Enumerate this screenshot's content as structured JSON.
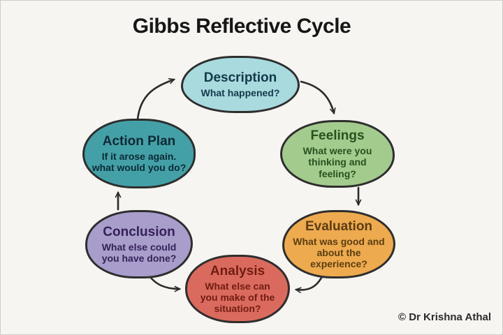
{
  "title": "Gibbs Reflective Cycle",
  "copyright": "© Dr Krishna Athal",
  "colors": {
    "background": "#f7f5f1",
    "outline": "#2e2e2e",
    "arrow": "#2b2b2b",
    "title": "#161616"
  },
  "nodes": [
    {
      "id": "description",
      "label": "Description",
      "text": "What happened?",
      "fill": "#a8dade",
      "text_color": "#14394a"
    },
    {
      "id": "feelings",
      "label": "Feelings",
      "text": "What were you thinking and feeling?",
      "fill": "#a3cb8e",
      "text_color": "#27511d"
    },
    {
      "id": "evaluation",
      "label": "Evaluation",
      "text": "What was good and about the experience?",
      "fill": "#edaa4e",
      "text_color": "#5c3d10"
    },
    {
      "id": "analysis",
      "label": "Analysis",
      "text": "What else can you make of the situation?",
      "fill": "#db6a5e",
      "text_color": "#701d12"
    },
    {
      "id": "conclusion",
      "label": "Conclusion",
      "text": "What else could you have done?",
      "fill": "#a99dcb",
      "text_color": "#342259"
    },
    {
      "id": "action_plan",
      "label": "Action Plan",
      "text": "If it arose again. what would you do?",
      "fill": "#44a0a7",
      "text_color": "#0b2b35"
    }
  ],
  "arrows": [
    {
      "from": "Description",
      "to": "Feelings"
    },
    {
      "from": "Feelings",
      "to": "Evaluation"
    },
    {
      "from": "Evaluation",
      "to": "Analysis"
    },
    {
      "from": "Conclusion",
      "to": "Analysis"
    },
    {
      "from": "Conclusion",
      "to": "Action Plan"
    },
    {
      "from": "Action Plan",
      "to": "Description"
    }
  ]
}
